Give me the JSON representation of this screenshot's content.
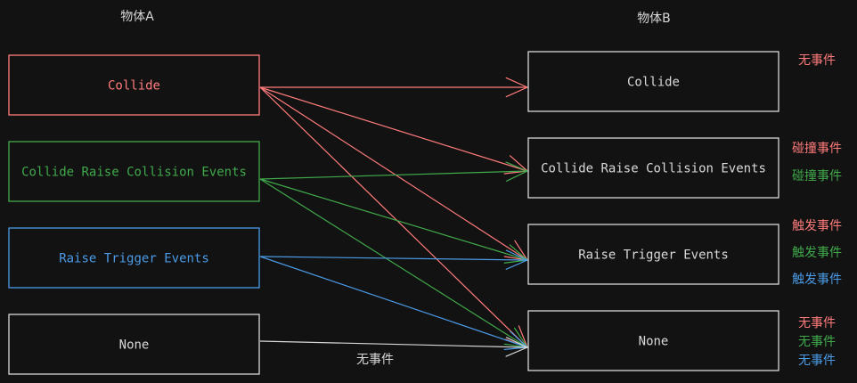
{
  "colors": {
    "background": "#121212",
    "red": "#ff7b7b",
    "green": "#40a94b",
    "blue": "#4b9be6",
    "white": "#d8d8d8"
  },
  "column_a": {
    "title": "物体A",
    "boxes": [
      {
        "id": "a-collide",
        "label": "Collide",
        "color": "red"
      },
      {
        "id": "a-collide-raise",
        "label": "Collide Raise Collision Events",
        "color": "green"
      },
      {
        "id": "a-raise-trigger",
        "label": "Raise Trigger Events",
        "color": "blue"
      },
      {
        "id": "a-none",
        "label": "None",
        "color": "white"
      }
    ]
  },
  "column_b": {
    "title": "物体B",
    "boxes": [
      {
        "id": "b-collide",
        "label": "Collide",
        "color": "white"
      },
      {
        "id": "b-collide-raise",
        "label": "Collide Raise Collision Events",
        "color": "white"
      },
      {
        "id": "b-raise-trigger",
        "label": "Raise Trigger Events",
        "color": "white"
      },
      {
        "id": "b-none",
        "label": "None",
        "color": "white"
      }
    ]
  },
  "connections": [
    {
      "from": "a-collide",
      "to": "b-collide",
      "color": "red"
    },
    {
      "from": "a-collide",
      "to": "b-collide-raise",
      "color": "red"
    },
    {
      "from": "a-collide",
      "to": "b-raise-trigger",
      "color": "red"
    },
    {
      "from": "a-collide",
      "to": "b-none",
      "color": "red"
    },
    {
      "from": "a-collide-raise",
      "to": "b-collide-raise",
      "color": "green"
    },
    {
      "from": "a-collide-raise",
      "to": "b-raise-trigger",
      "color": "green"
    },
    {
      "from": "a-collide-raise",
      "to": "b-none",
      "color": "green"
    },
    {
      "from": "a-raise-trigger",
      "to": "b-raise-trigger",
      "color": "blue"
    },
    {
      "from": "a-raise-trigger",
      "to": "b-none",
      "color": "blue"
    },
    {
      "from": "a-none",
      "to": "b-none",
      "color": "white"
    }
  ],
  "result_labels": {
    "b-collide": [
      {
        "text": "无事件",
        "color": "red"
      }
    ],
    "b-collide-raise": [
      {
        "text": "碰撞事件",
        "color": "red"
      },
      {
        "text": "碰撞事件",
        "color": "green"
      }
    ],
    "b-raise-trigger": [
      {
        "text": "触发事件",
        "color": "red"
      },
      {
        "text": "触发事件",
        "color": "green"
      },
      {
        "text": "触发事件",
        "color": "blue"
      }
    ],
    "b-none": [
      {
        "text": "无事件",
        "color": "red"
      },
      {
        "text": "无事件",
        "color": "green"
      },
      {
        "text": "无事件",
        "color": "blue"
      }
    ]
  },
  "line_label": {
    "text": "无事件",
    "color": "white"
  }
}
